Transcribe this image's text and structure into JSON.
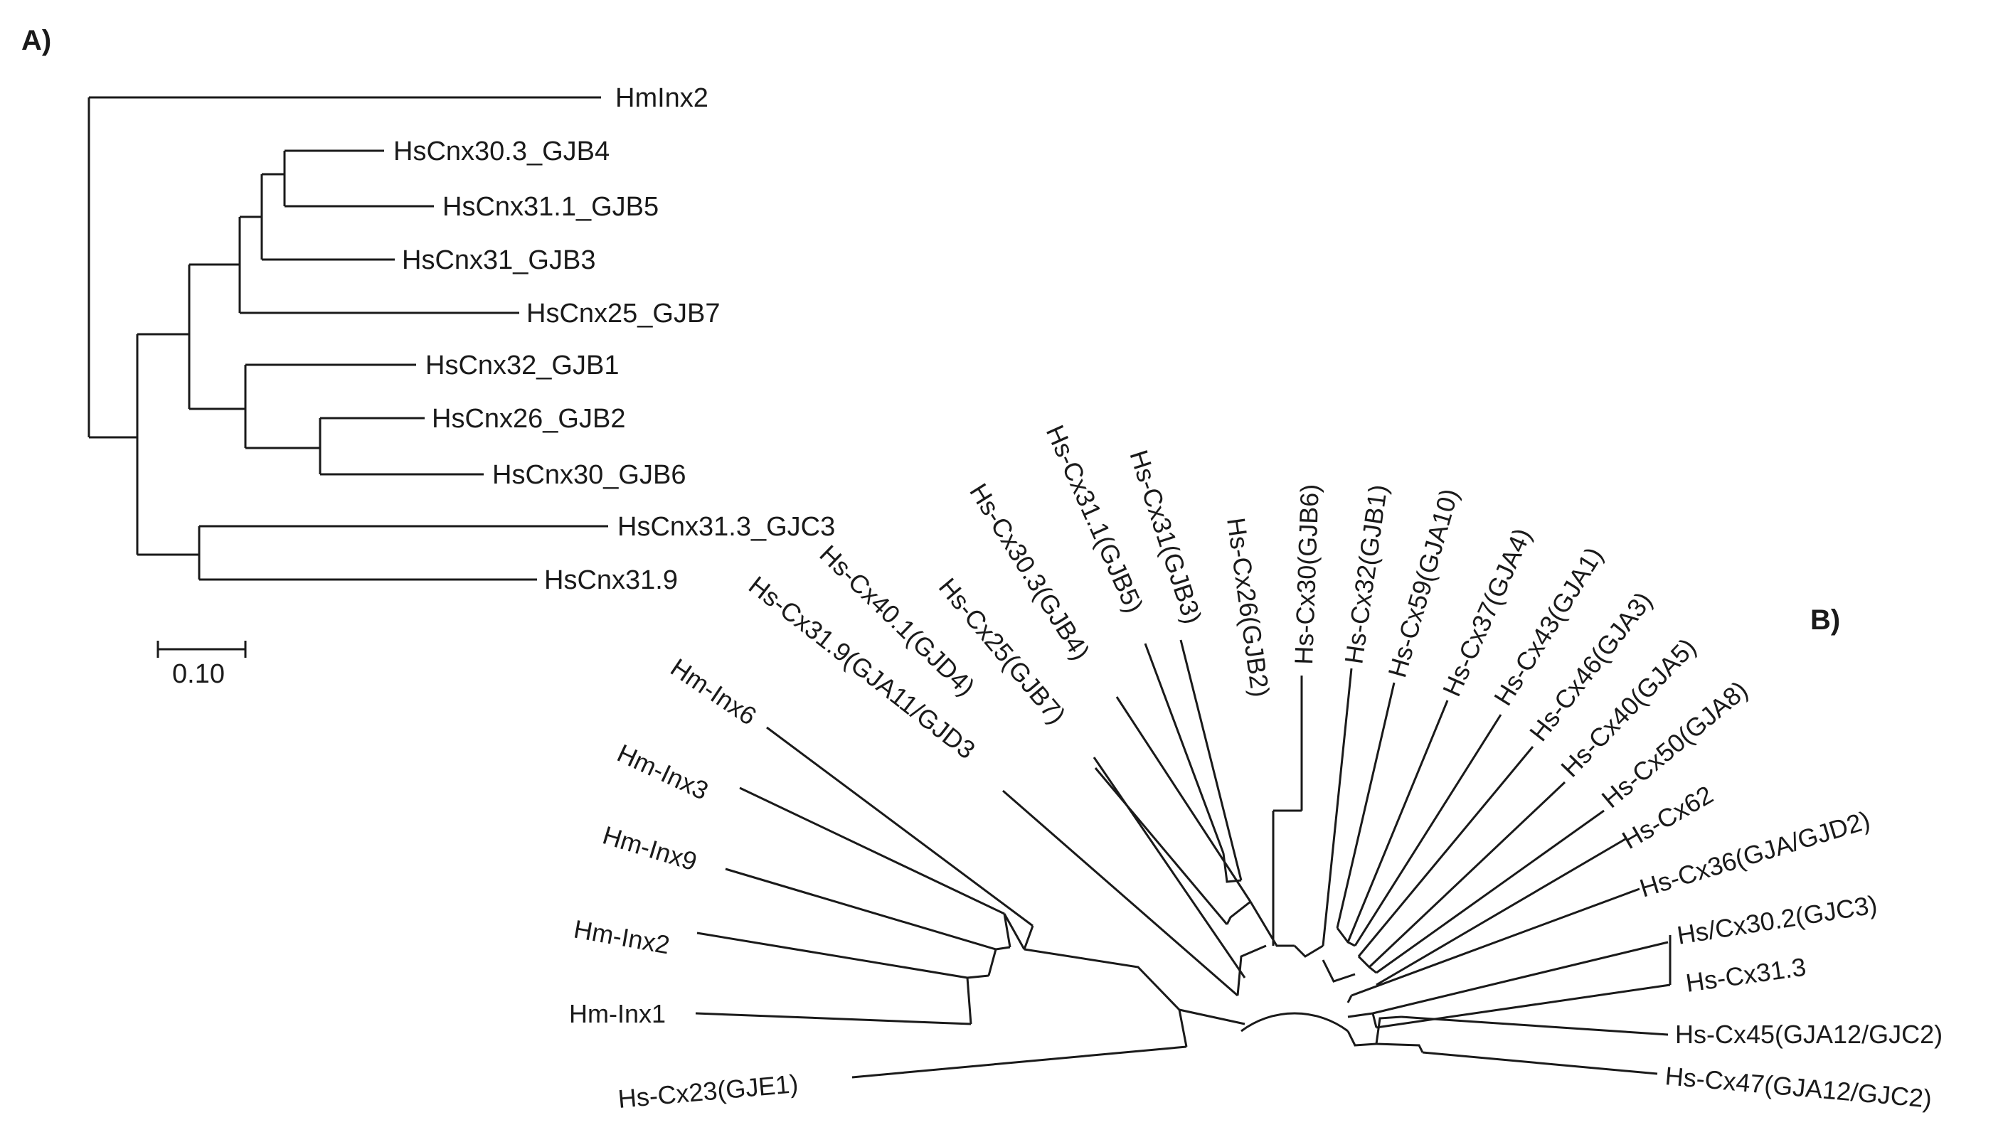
{
  "panel_a": {
    "label": "A)",
    "scale_bar_label": "0.10",
    "taxa": [
      "HmInx2",
      "HsCnx30.3_GJB4",
      "HsCnx31.1_GJB5",
      "HsCnx31_GJB3",
      "HsCnx25_GJB7",
      "HsCnx32_GJB1",
      "HsCnx26_GJB2",
      "HsCnx30_GJB6",
      "HsCnx31.3_GJC3",
      "HsCnx31.9"
    ]
  },
  "panel_b": {
    "label": "B)",
    "taxa": [
      "Hs-Cx23(GJE1)",
      "Hm-Inx1",
      "Hm-Inx2",
      "Hm-Inx9",
      "Hm-Inx3",
      "Hm-Inx6",
      "Hs-Cx31.9(GJA11/GJD3",
      "Hs-Cx40.1(GJD4)",
      "Hs-Cx25(GJB7)",
      "Hs-Cx30.3(GJB4)",
      "Hs-Cx31.1(GJB5)",
      "Hs-Cx31(GJB3)",
      "Hs-Cx26(GJB2)",
      "Hs-Cx30(GJB6)",
      "Hs-Cx32(GJB1)",
      "Hs-Cx59(GJA10)",
      "Hs-Cx37(GJA4)",
      "Hs-Cx43(GJA1)",
      "Hs-Cx46(GJA3)",
      "Hs-Cx40(GJA5)",
      "Hs-Cx50(GJA8)",
      "Hs-Cx62",
      "Hs-Cx36(GJA/GJD2)",
      "Hs/Cx30.2(GJC3)",
      "Hs-Cx31.3",
      "Hs-Cx45(GJA12/GJC2)",
      "Hs-Cx47(GJA12/GJC2)"
    ]
  }
}
